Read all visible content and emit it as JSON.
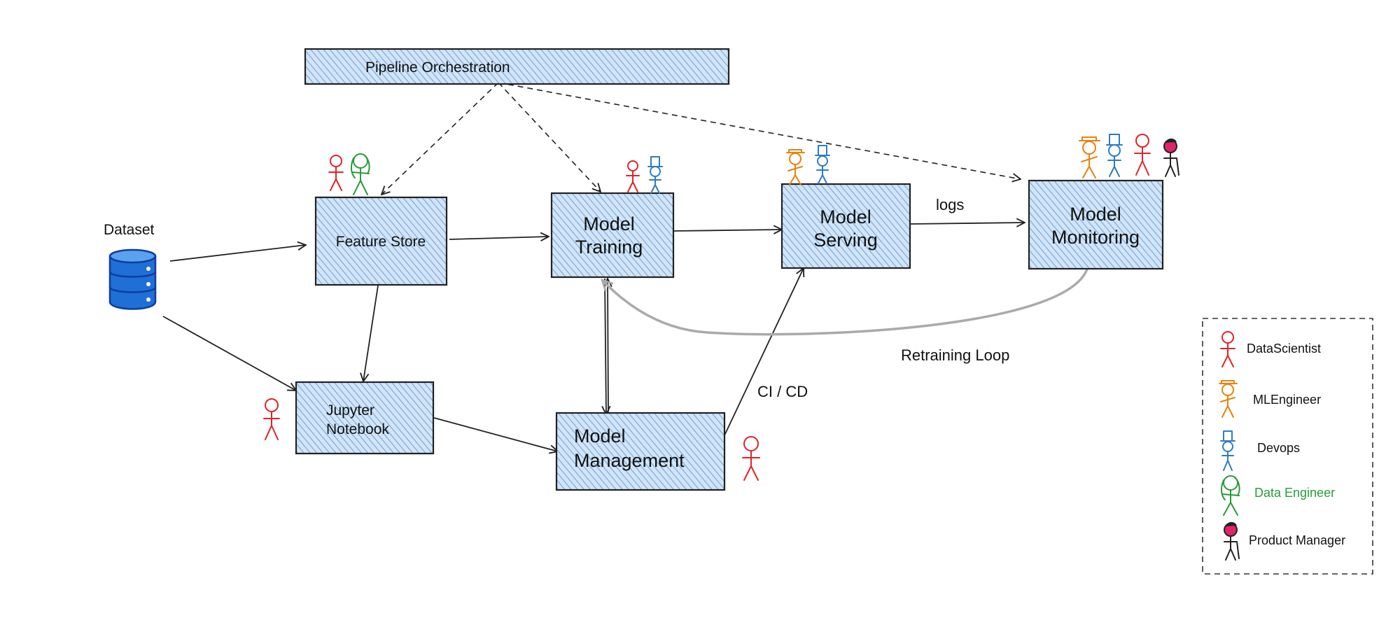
{
  "diagram": {
    "pipeline": "Pipeline Orchestration",
    "dataset": "Dataset",
    "feature_store": "Feature Store",
    "jupyter": [
      "Jupyter",
      "Notebook"
    ],
    "training": [
      "Model",
      "Training"
    ],
    "serving": [
      "Model",
      "Serving"
    ],
    "monitoring": [
      "Model",
      "Monitoring"
    ],
    "management": [
      "Model",
      "Management"
    ],
    "edge_logs": "logs",
    "edge_cicd": "CI / CD",
    "edge_retraining": "Retraining Loop"
  },
  "legend": {
    "items": [
      {
        "label": "DataScientist",
        "role": "data-scientist",
        "color": "#e0232b"
      },
      {
        "label": "MLEngineer",
        "role": "ml-engineer",
        "color": "#e8820c"
      },
      {
        "label": "Devops",
        "role": "devops",
        "color": "#2f7bc2"
      },
      {
        "label": "Data Engineer",
        "role": "data-engineer",
        "color": "#2a9a3a"
      },
      {
        "label": "Product Manager",
        "role": "product-manager",
        "color": "#222222"
      }
    ]
  },
  "colors": {
    "box_fill": "#cfe2f5",
    "hatch": "#5b9bd5",
    "dataset": "#1f6fd6",
    "retrain_loop": "#aaaaaa",
    "product_manager_hair": "#e0246a"
  }
}
